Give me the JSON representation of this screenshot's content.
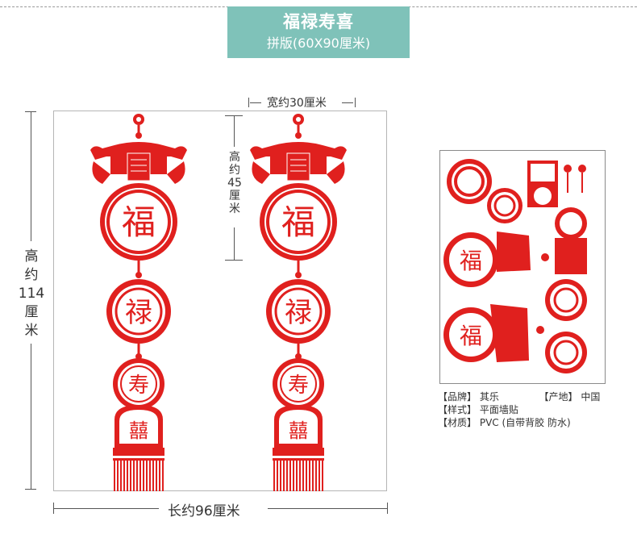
{
  "header": {
    "title": "福禄寿喜",
    "subtitle": "拼版(60X90厘米)"
  },
  "dimensions": {
    "width_label": "宽约30厘米",
    "height_item_label": [
      "高",
      "约",
      "45",
      "厘",
      "米"
    ],
    "total_height_label": [
      "高",
      "约",
      "114",
      "厘",
      "米"
    ],
    "length_label": "长约96厘米"
  },
  "product_info": {
    "brand_key": "【品牌】",
    "brand_val": "其乐",
    "origin_key": "【产地】",
    "origin_val": "中国",
    "style_key": "【样式】",
    "style_val": "平面墙贴",
    "material_key": "【材质】",
    "material_val": "PVC (自带背胶 防水)"
  },
  "colors": {
    "header_bg": "#7fc2b9",
    "ornament_red": "#e0201e",
    "frame_border": "#b5b5b5"
  },
  "decor_glyphs": {
    "fu": "福",
    "lu": "禄",
    "shou": "寿",
    "xi": "囍"
  }
}
